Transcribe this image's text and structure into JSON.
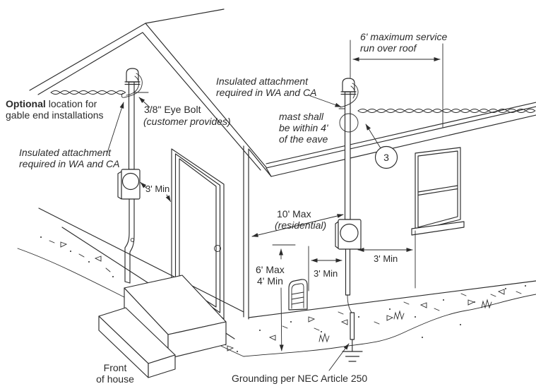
{
  "diagram": {
    "description": "Electric service mast installation requirements on a house (line drawing)",
    "labels": {
      "optional_bold": "Optional",
      "optional_rest": "location for",
      "optional_line2": "gable end installations",
      "insulated_left_1": "Insulated attachment",
      "insulated_left_2": "required in WA and CA",
      "eye_bolt_1": "3/8\" Eye Bolt",
      "eye_bolt_2": "(customer provides)",
      "min3_left": "3' Min",
      "insulated_right_1": "Insulated attachment",
      "insulated_right_2": "required in WA and CA",
      "mast_1": "mast shall",
      "mast_2": "be within 4'",
      "mast_3": "of the eave",
      "service_run_1": "6' maximum service",
      "service_run_2": "run over roof",
      "callout_3": "3",
      "max10_1": "10' Max",
      "max10_2": "(residential)",
      "max6min4_1": "6' Max",
      "max6min4_2": "4' Min",
      "min3_center": "3' Min",
      "min3_right": "3' Min",
      "front_1": "Front",
      "front_2": "of house",
      "grounding": "Grounding per NEC Article 250"
    },
    "colors": {
      "line": "#2b2b2b",
      "background": "#ffffff"
    }
  }
}
